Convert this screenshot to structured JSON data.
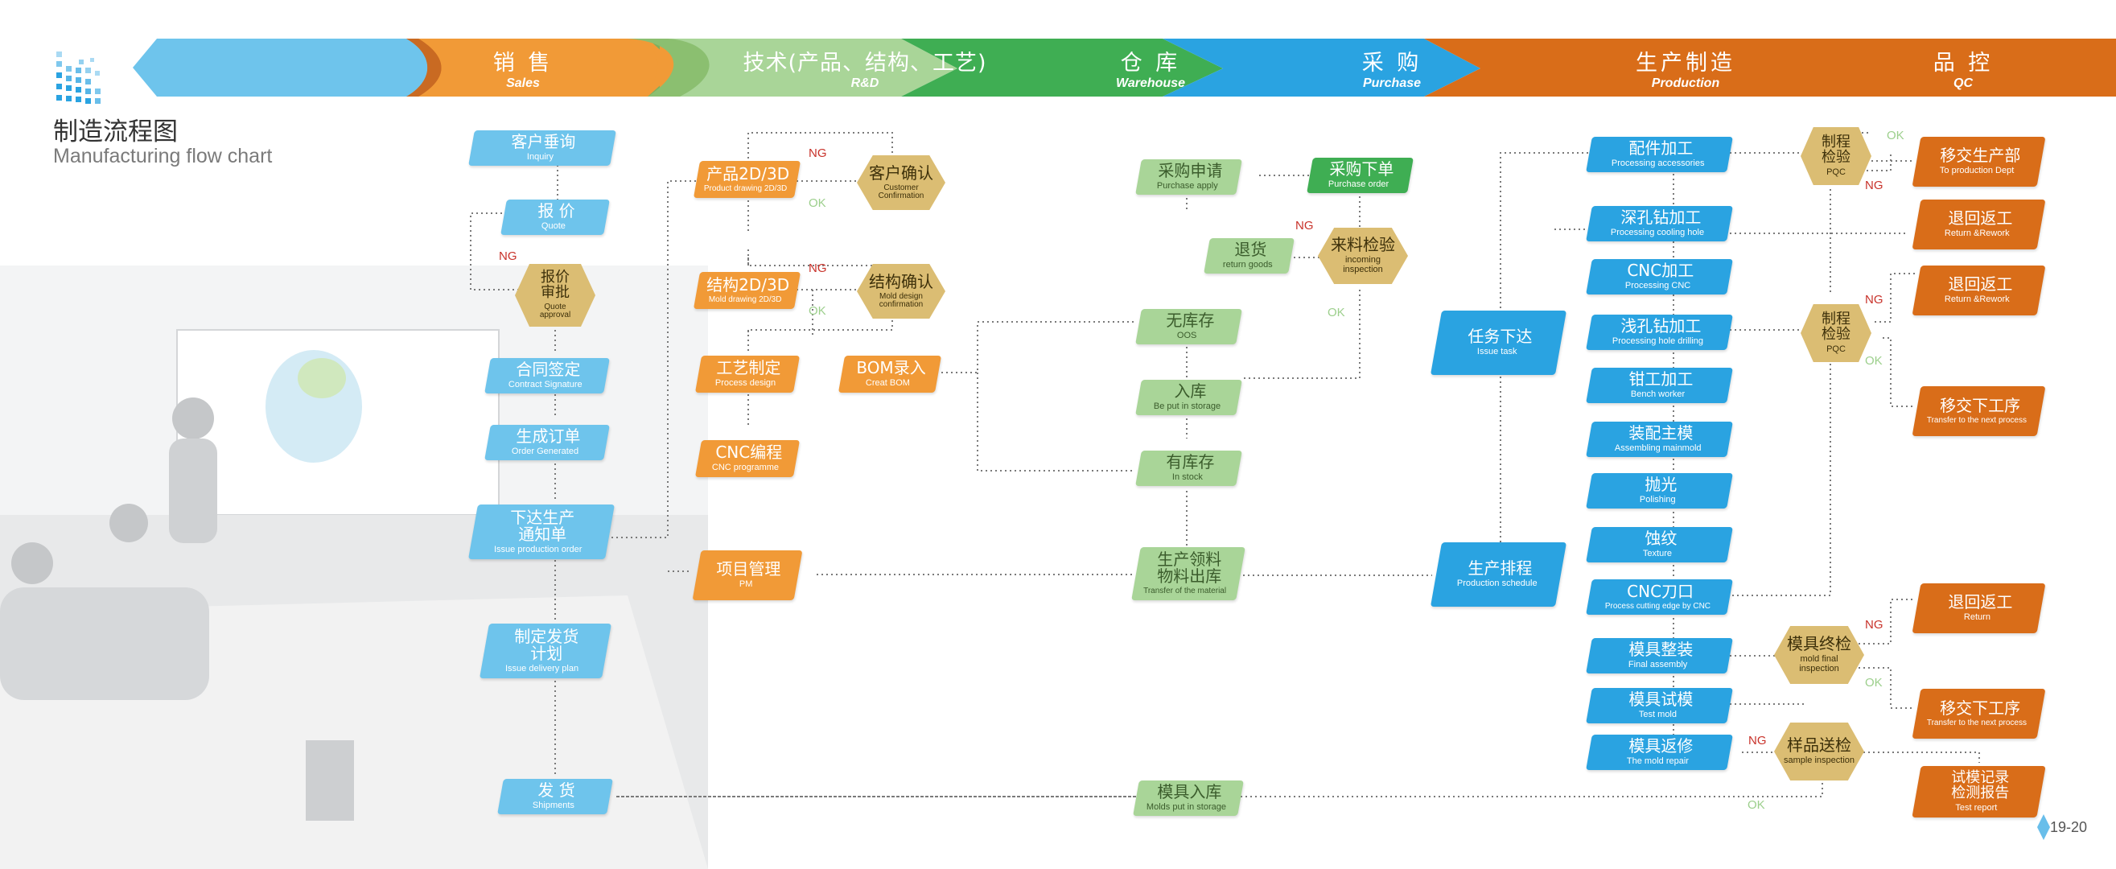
{
  "title": {
    "zh": "制造流程图",
    "en": "Manufacturing flow chart"
  },
  "page_number": "19-20",
  "departments": [
    {
      "zh": "销 售",
      "en": "Sales",
      "color": "#6ec4ec"
    },
    {
      "zh": "技术(产品、结构、工艺)",
      "en": "R&D",
      "color": "#f19a37"
    },
    {
      "zh": "仓 库",
      "en": "Warehouse",
      "color": "#a9d598"
    },
    {
      "zh": "采 购",
      "en": "Purchase",
      "color": "#3fae53"
    },
    {
      "zh": "生产制造",
      "en": "Production",
      "color": "#2aa3e1"
    },
    {
      "zh": "品 控",
      "en": "QC",
      "color": "#d96d19"
    }
  ],
  "nodes": {
    "inquiry": {
      "zh": "客户垂询",
      "en": "Inquiry"
    },
    "quote": {
      "zh": "报 价",
      "en": "Quote"
    },
    "quote_approval": {
      "zh": "报价\n审批",
      "en": "Quote\napproval"
    },
    "contract": {
      "zh": "合同签定",
      "en": "Contract Signature"
    },
    "order": {
      "zh": "生成订单",
      "en": "Order Generated"
    },
    "issue_order": {
      "zh": "下达生产\n通知单",
      "en": "Issue production order"
    },
    "delivery_plan": {
      "zh": "制定发货\n计划",
      "en": "Issue delivery plan"
    },
    "shipments": {
      "zh": "发 货",
      "en": "Shipments"
    },
    "product_drawing": {
      "zh": "产品2D/3D",
      "en": "Product drawing 2D/3D"
    },
    "customer_confirm": {
      "zh": "客户确认",
      "en": "Customer\nConfirmation"
    },
    "mold_drawing": {
      "zh": "结构2D/3D",
      "en": "Mold drawing 2D/3D"
    },
    "mold_confirm": {
      "zh": "结构确认",
      "en": "Mold design\nconfirmation"
    },
    "process_design": {
      "zh": "工艺制定",
      "en": "Process design"
    },
    "bom": {
      "zh": "BOM录入",
      "en": "Creat BOM"
    },
    "cnc_prog": {
      "zh": "CNC编程",
      "en": "CNC programme"
    },
    "pm": {
      "zh": "项目管理",
      "en": "PM"
    },
    "purchase_apply": {
      "zh": "采购申请",
      "en": "Purchase apply"
    },
    "return_goods": {
      "zh": "退货",
      "en": "return goods"
    },
    "oos": {
      "zh": "无库存",
      "en": "OOS"
    },
    "put_storage": {
      "zh": "入库",
      "en": "Be put in storage"
    },
    "in_stock": {
      "zh": "有库存",
      "en": "In stock"
    },
    "transfer_material": {
      "zh": "生产领料\n物料出库",
      "en": "Transfer of the material"
    },
    "molds_storage": {
      "zh": "模具入库",
      "en": "Molds put in storage"
    },
    "purchase_order": {
      "zh": "采购下单",
      "en": "Purchase order"
    },
    "incoming_insp": {
      "zh": "来料检验",
      "en": "incoming\ninspection"
    },
    "issue_task": {
      "zh": "任务下达",
      "en": "Issue task"
    },
    "prod_schedule": {
      "zh": "生产排程",
      "en": "Production schedule"
    },
    "proc_accessories": {
      "zh": "配件加工",
      "en": "Processing accessories"
    },
    "cooling_hole": {
      "zh": "深孔钻加工",
      "en": "Processing cooling hole"
    },
    "proc_cnc": {
      "zh": "CNC加工",
      "en": "Processing CNC"
    },
    "hole_drilling": {
      "zh": "浅孔钻加工",
      "en": "Processing hole drilling"
    },
    "bench": {
      "zh": "钳工加工",
      "en": "Bench worker"
    },
    "assembling": {
      "zh": "装配主模",
      "en": "Assembling mainmold"
    },
    "polishing": {
      "zh": "抛光",
      "en": "Polishing"
    },
    "texture": {
      "zh": "蚀纹",
      "en": "Texture"
    },
    "cnc_cutting": {
      "zh": "CNC刀口",
      "en": "Process cutting edge by CNC"
    },
    "final_assembly": {
      "zh": "模具整装",
      "en": "Final assembly"
    },
    "test_mold": {
      "zh": "模具试模",
      "en": "Test mold"
    },
    "mold_repair": {
      "zh": "模具返修",
      "en": "The  mold repair"
    },
    "pqc1": {
      "zh": "制程\n检验",
      "en": "PQC"
    },
    "pqc2": {
      "zh": "制程\n检验",
      "en": "PQC"
    },
    "final_insp": {
      "zh": "模具终检",
      "en": "mold final\ninspection"
    },
    "sample_insp": {
      "zh": "样品送检",
      "en": "sample inspection"
    },
    "to_prod_dept": {
      "zh": "移交生产部",
      "en": "To production Dept"
    },
    "rework1": {
      "zh": "退回返工",
      "en": "Return &Rework"
    },
    "rework2": {
      "zh": "退回返工",
      "en": "Return &Rework"
    },
    "next_process1": {
      "zh": "移交下工序",
      "en": "Transfer to the next process"
    },
    "rework3": {
      "zh": "退回返工",
      "en": "Return"
    },
    "next_process2": {
      "zh": "移交下工序",
      "en": "Transfer to the next process"
    },
    "test_report": {
      "zh": "试模记录\n检测报告",
      "en": "Test report"
    }
  },
  "labels": {
    "ng": "NG",
    "ok": "OK"
  },
  "colors": {
    "blue": "#2aa3e1",
    "orange": "#f19a37",
    "dark_orange": "#d96d19",
    "green": "#3fae53",
    "light_green": "#a9d598",
    "gold": "#dbbd73",
    "ng_red": "#c8322a"
  }
}
